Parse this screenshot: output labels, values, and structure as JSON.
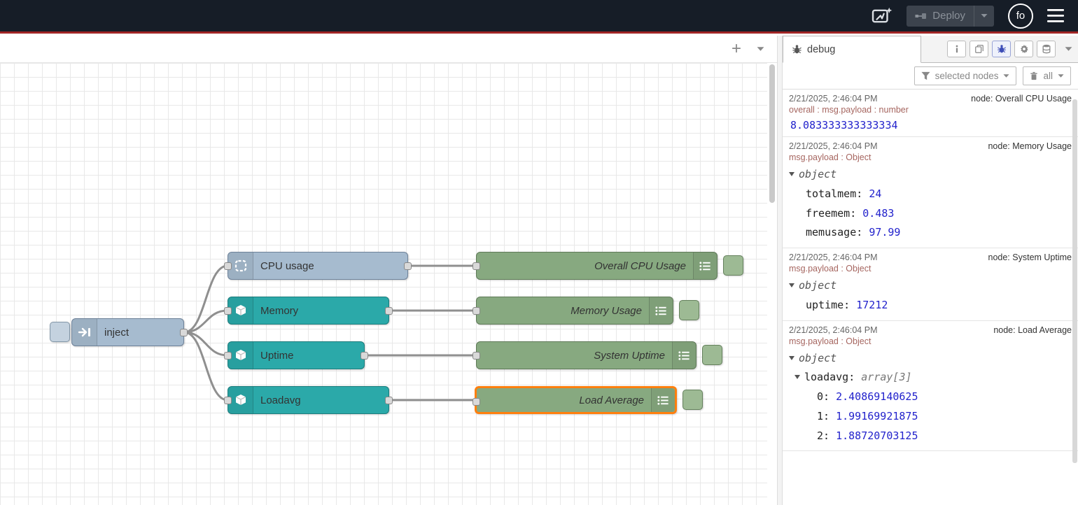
{
  "header": {
    "deploy_label": "Deploy",
    "user_initials": "fo"
  },
  "workspace": {
    "add_label": "+"
  },
  "flow": {
    "inject": {
      "label": "inject"
    },
    "sources": [
      {
        "label": "CPU usage"
      },
      {
        "label": "Memory"
      },
      {
        "label": "Uptime"
      },
      {
        "label": "Loadavg"
      }
    ],
    "debugs": [
      {
        "label": "Overall CPU Usage"
      },
      {
        "label": "Memory Usage"
      },
      {
        "label": "System Uptime"
      },
      {
        "label": "Load Average"
      }
    ]
  },
  "sidebar": {
    "tab_label": "debug",
    "filter_label": "selected nodes",
    "clear_label": "all",
    "messages": [
      {
        "timestamp": "2/21/2025, 2:46:04 PM",
        "node_label": "node: Overall CPU Usage",
        "meta": "overall : msg.payload : number",
        "value": "8.083333333333334"
      },
      {
        "timestamp": "2/21/2025, 2:46:04 PM",
        "node_label": "node: Memory Usage",
        "meta": "msg.payload : Object",
        "root_label": "object",
        "rows": [
          {
            "key": "totalmem:",
            "value": "24"
          },
          {
            "key": "freemem:",
            "value": "0.483"
          },
          {
            "key": "memusage:",
            "value": "97.99"
          }
        ]
      },
      {
        "timestamp": "2/21/2025, 2:46:04 PM",
        "node_label": "node: System Uptime",
        "meta": "msg.payload : Object",
        "root_label": "object",
        "rows": [
          {
            "key": "uptime:",
            "value": "17212"
          }
        ]
      },
      {
        "timestamp": "2/21/2025, 2:46:04 PM",
        "node_label": "node: Load Average",
        "meta": "msg.payload : Object",
        "root_label": "object",
        "array_label": "loadavg:",
        "array_type": "array[3]",
        "rows": [
          {
            "key": "0:",
            "value": "2.40869140625"
          },
          {
            "key": "1:",
            "value": "1.99169921875"
          },
          {
            "key": "2:",
            "value": "1.88720703125"
          }
        ]
      }
    ]
  },
  "colors": {
    "header_bg": "#161d27",
    "header_accent": "#a12525",
    "node_inject": "#a6bbcf",
    "node_os": "#2ba9a9",
    "node_debug": "#87a980",
    "selection": "#ff7f0e",
    "wire": "#8f8f8f",
    "value_blue": "#2222cc",
    "meta_red": "#a66660"
  }
}
